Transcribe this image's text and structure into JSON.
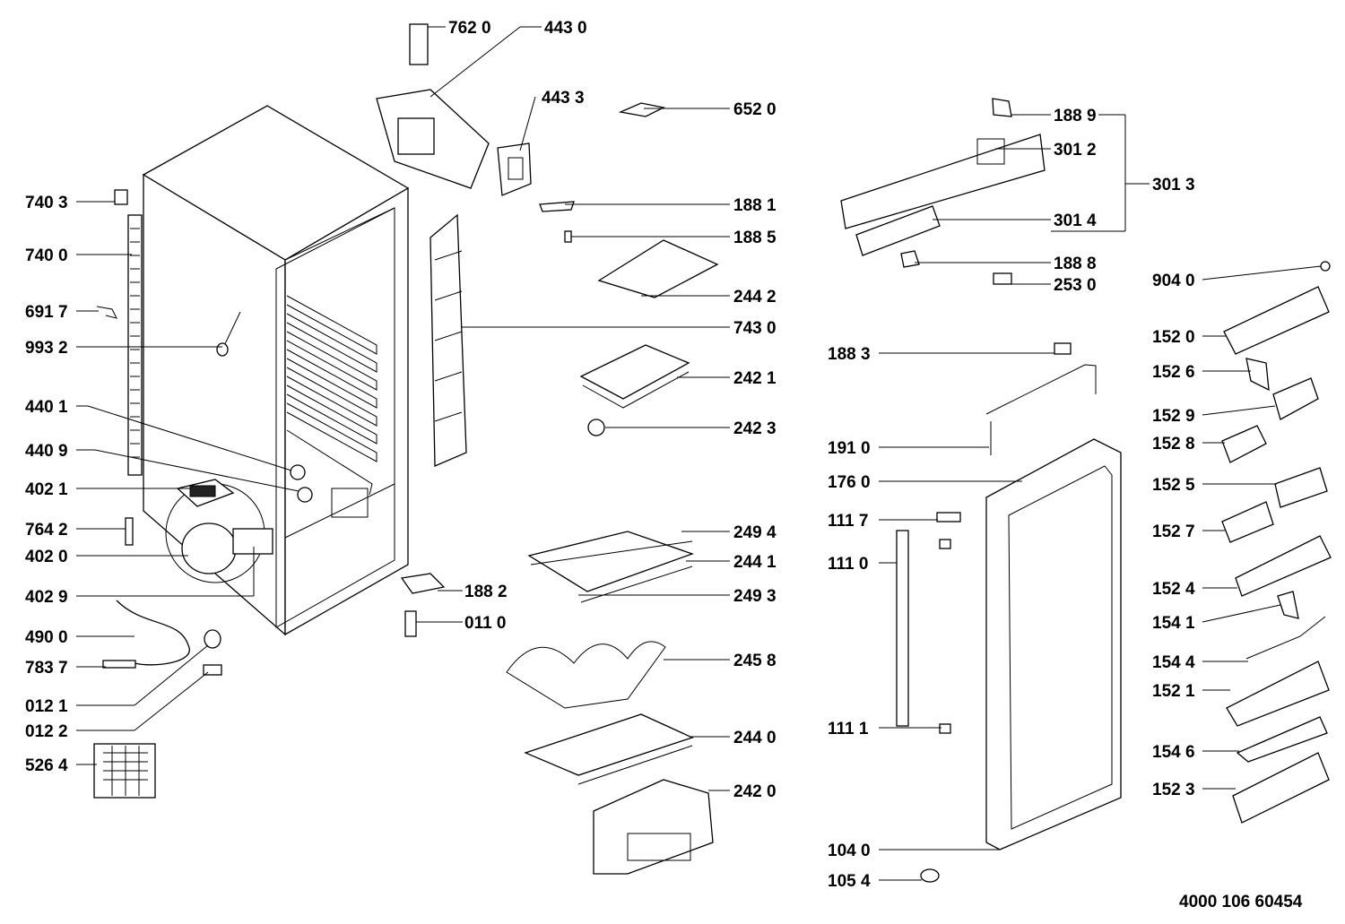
{
  "labels": {
    "p7620": "762 0",
    "p4430": "443 0",
    "p4433": "443 3",
    "p6520": "652 0",
    "p7403": "740 3",
    "p7400": "740 0",
    "p6917": "691 7",
    "p9932": "993 2",
    "p4401": "440 1",
    "p4409": "440 9",
    "p4021": "402 1",
    "p7642": "764 2",
    "p4020": "402 0",
    "p4029": "402 9",
    "p4900": "490 0",
    "p7837": "783 7",
    "p0121": "012 1",
    "p0122": "012 2",
    "p5264": "526 4",
    "p1881": "188 1",
    "p1885": "188 5",
    "p2442": "244 2",
    "p7430": "743 0",
    "p2421": "242 1",
    "p2423": "242 3",
    "p2494": "249 4",
    "p2441": "244 1",
    "p2493": "249 3",
    "p1882": "188 2",
    "p0110": "011 0",
    "p2458": "245 8",
    "p2440": "244 0",
    "p2420": "242 0",
    "p1889": "188 9",
    "p3012": "301 2",
    "p3013": "301 3",
    "p3014": "301 4",
    "p1888": "188 8",
    "p2530": "253 0",
    "p1883": "188 3",
    "p1910": "191 0",
    "p1760": "176 0",
    "p1117": "111 7",
    "p1110": "111 0",
    "p1111": "111 1",
    "p1040": "104 0",
    "p1054": "105 4",
    "p9040": "904 0",
    "p1520": "152 0",
    "p1526": "152 6",
    "p1529": "152 9",
    "p1528": "152 8",
    "p1525": "152 5",
    "p1527": "152 7",
    "p1524": "152 4",
    "p1541": "154 1",
    "p1544": "154 4",
    "p1521": "152 1",
    "p1546": "154 6",
    "p1523": "152 3"
  },
  "drawing_number": "4000 106 60454"
}
